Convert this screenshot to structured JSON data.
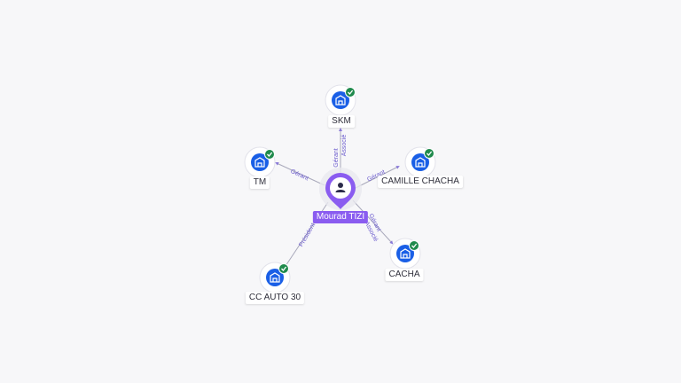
{
  "colors": {
    "accent": "#8a5cf0",
    "company_icon": "#1a5fe6",
    "check_badge": "#1f8a4c",
    "edge": "#a9a9bb",
    "edge_label": "#6a5acd"
  },
  "center": {
    "name": "Mourad TIZI",
    "icon": "person-icon"
  },
  "companies": [
    {
      "id": "skm",
      "name": "SKM",
      "icon": "building-icon",
      "badge": "check-icon",
      "roles": [
        "Gérant",
        "Associé"
      ]
    },
    {
      "id": "tm",
      "name": "TM",
      "icon": "building-icon",
      "badge": "check-icon",
      "roles": [
        "Gérant"
      ]
    },
    {
      "id": "camille-chacha",
      "name": "CAMILLE CHACHA",
      "icon": "building-icon",
      "badge": "check-icon",
      "roles": [
        "Gérant"
      ]
    },
    {
      "id": "cacha",
      "name": "CACHA",
      "icon": "building-icon",
      "badge": "check-icon",
      "roles": [
        "Gérant",
        "Associé"
      ]
    },
    {
      "id": "cc-auto-30",
      "name": "CC AUTO 30",
      "icon": "building-icon",
      "badge": "check-icon",
      "roles": [
        "Président"
      ]
    }
  ]
}
